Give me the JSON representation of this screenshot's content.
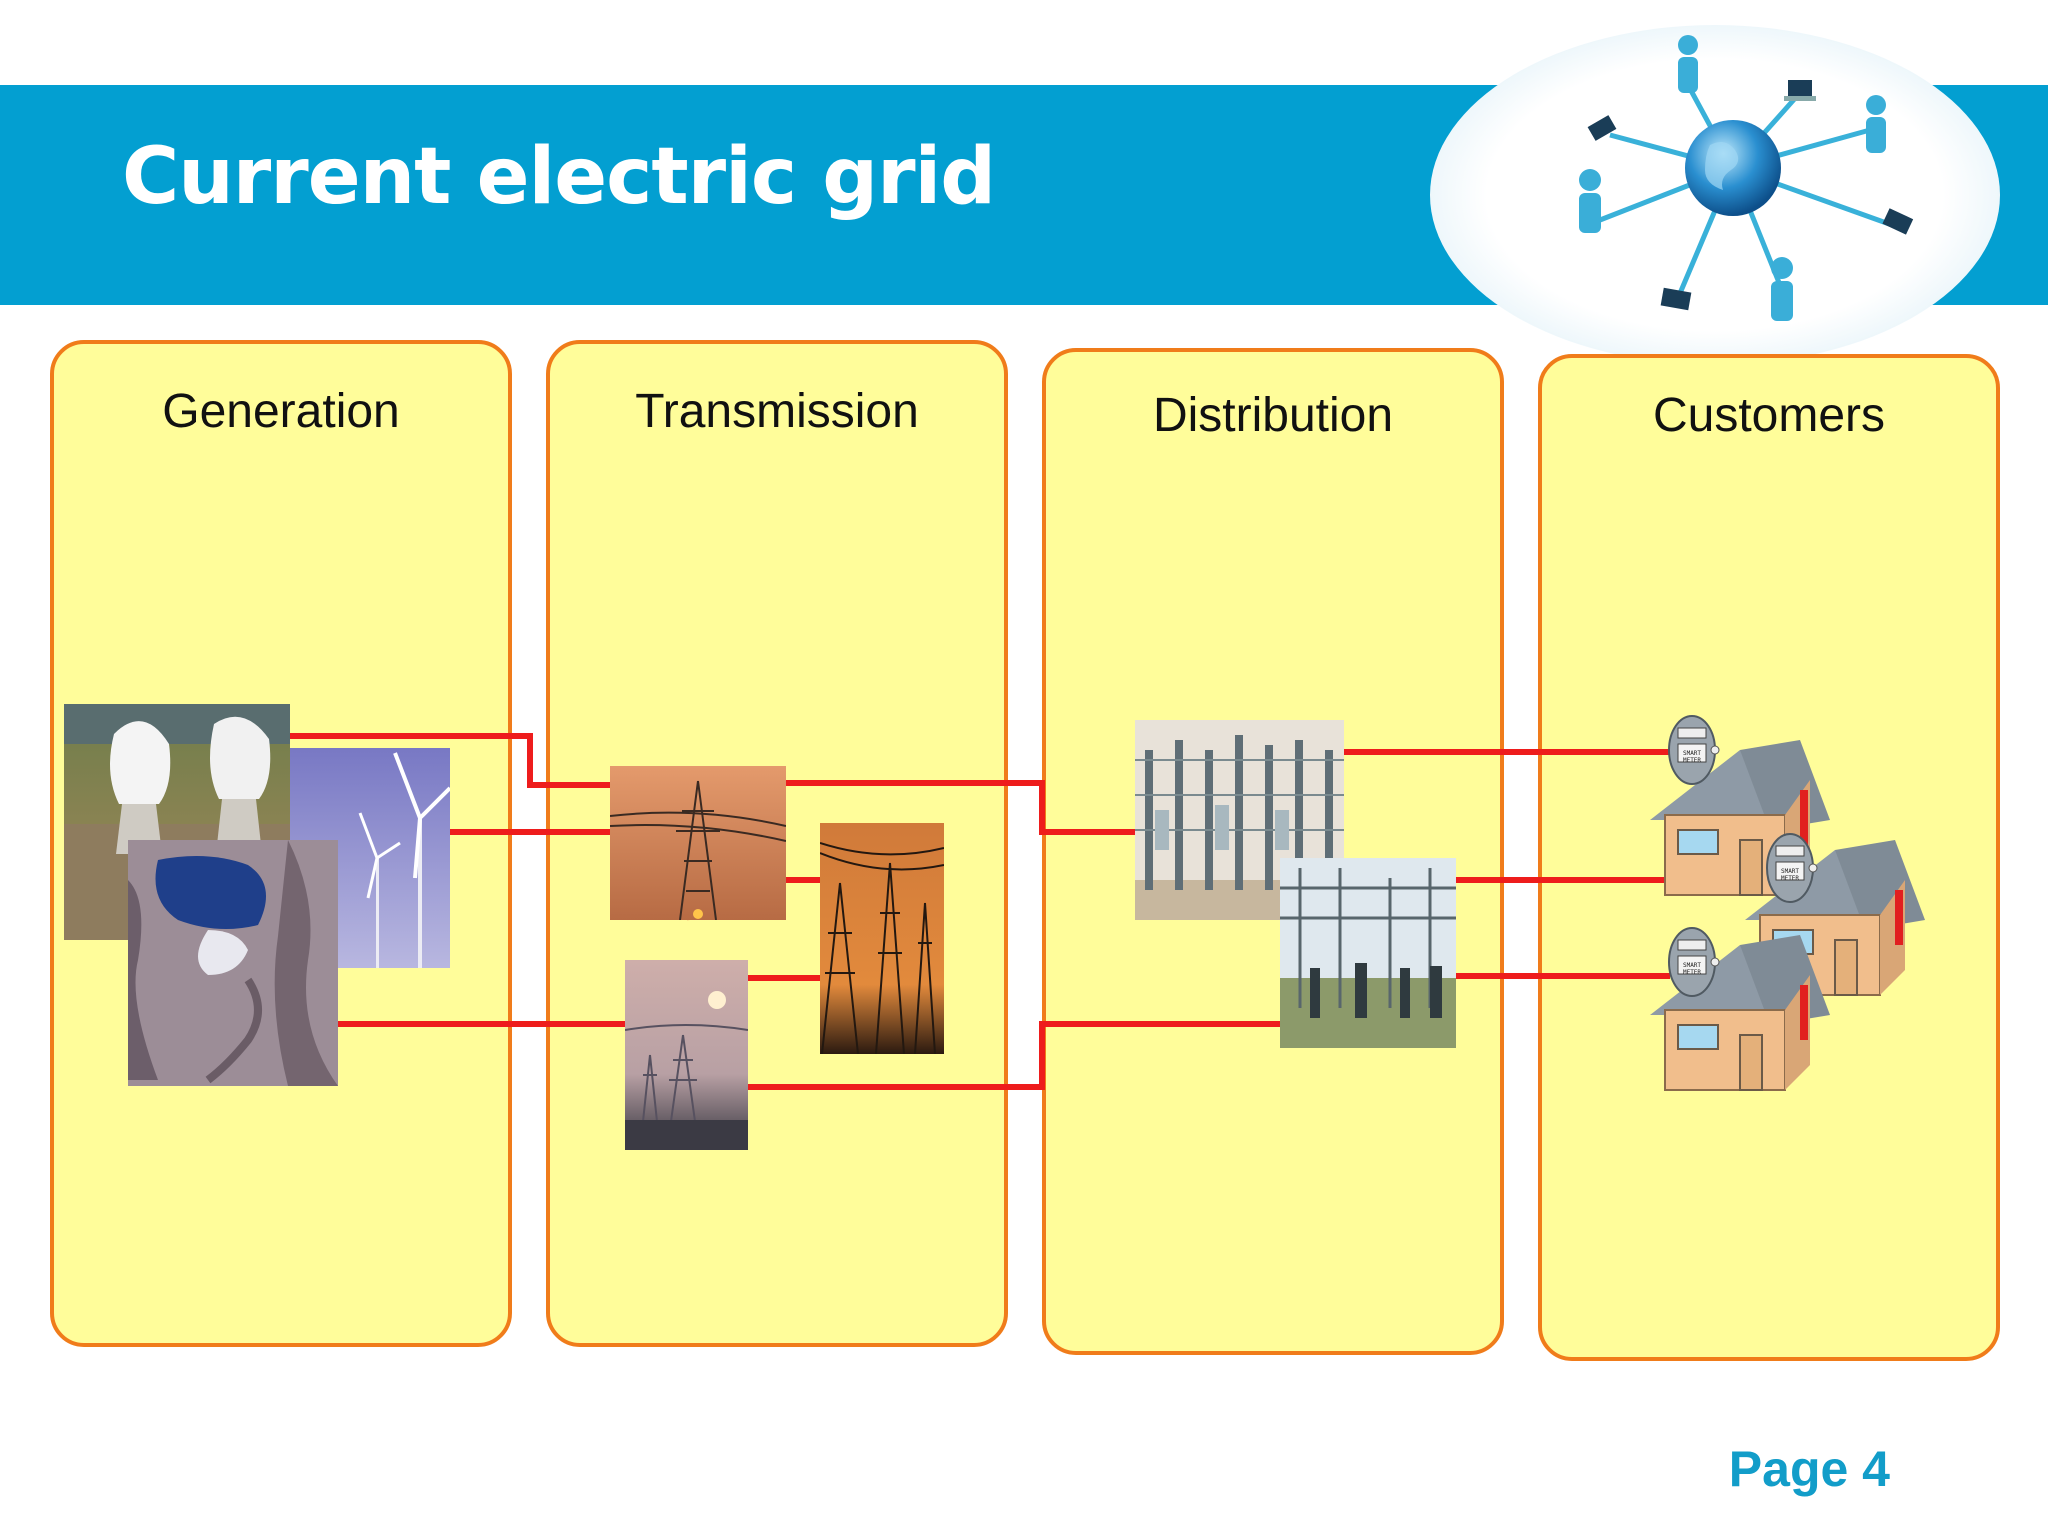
{
  "slide": {
    "title": "Current electric grid",
    "page_label": "Page 4"
  },
  "columns": [
    {
      "label": "Generation"
    },
    {
      "label": "Transmission"
    },
    {
      "label": "Distribution"
    },
    {
      "label": "Customers"
    }
  ],
  "images": {
    "generation": [
      "nuclear-plant-photo",
      "wind-turbines-photo",
      "hydro-dam-photo"
    ],
    "transmission": [
      "transmission-tower-sunset-photo",
      "transmission-towers-dusk-photo",
      "transmission-lines-haze-photo"
    ],
    "distribution": [
      "substation-photo-1",
      "substation-photo-2"
    ],
    "customers": [
      "house-icon",
      "house-icon",
      "house-icon"
    ]
  },
  "meter_text": {
    "line1": "SMART",
    "line2": "METER"
  },
  "colors": {
    "banner": "#039fd1",
    "panel_fill": "#fffd9a",
    "panel_border": "#f07c1a",
    "wire": "#ee1c1c",
    "page_number": "#129dc9"
  }
}
